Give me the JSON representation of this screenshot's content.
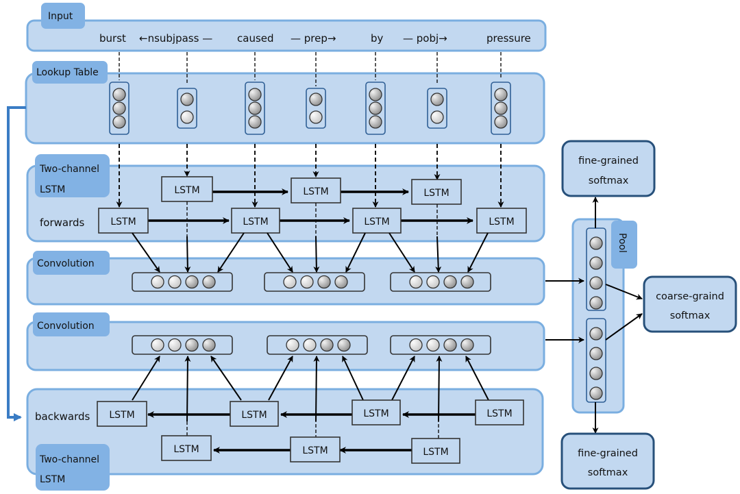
{
  "sections": {
    "input": "Input",
    "lookup": "Lookup Table",
    "fwd_lstm": [
      "Two-channel",
      "LSTM"
    ],
    "conv_top": "Convolution",
    "conv_bottom": "Convolution",
    "bwd_lstm": [
      "Two-channel",
      "LSTM"
    ],
    "pool": "Pool"
  },
  "input_tokens": [
    {
      "text": "burst",
      "type": "word"
    },
    {
      "text": "←nsubjpass —",
      "type": "relation"
    },
    {
      "text": "caused",
      "type": "word"
    },
    {
      "text": "— prep→",
      "type": "relation"
    },
    {
      "text": "by",
      "type": "word"
    },
    {
      "text": "— pobj→",
      "type": "relation"
    },
    {
      "text": "pressure",
      "type": "word"
    }
  ],
  "lookup_vectors": [
    3,
    2,
    3,
    2,
    3,
    2,
    3
  ],
  "row_labels": {
    "forwards": "forwards",
    "backwards": "backwards"
  },
  "lstm_label": "LSTM",
  "conv_units_per_group": 4,
  "pool_units": 4,
  "outputs": {
    "fine_top": [
      "fine-grained",
      "softmax"
    ],
    "coarse": [
      "coarse-graind",
      "softmax"
    ],
    "fine_bottom": [
      "fine-grained",
      "softmax"
    ]
  },
  "colors": {
    "panel": "#c2d8f0",
    "panel_border": "#7aaee0",
    "tab": "#82b2e4",
    "output_border": "#27507a",
    "loop_arrow": "#3a7cc4"
  }
}
